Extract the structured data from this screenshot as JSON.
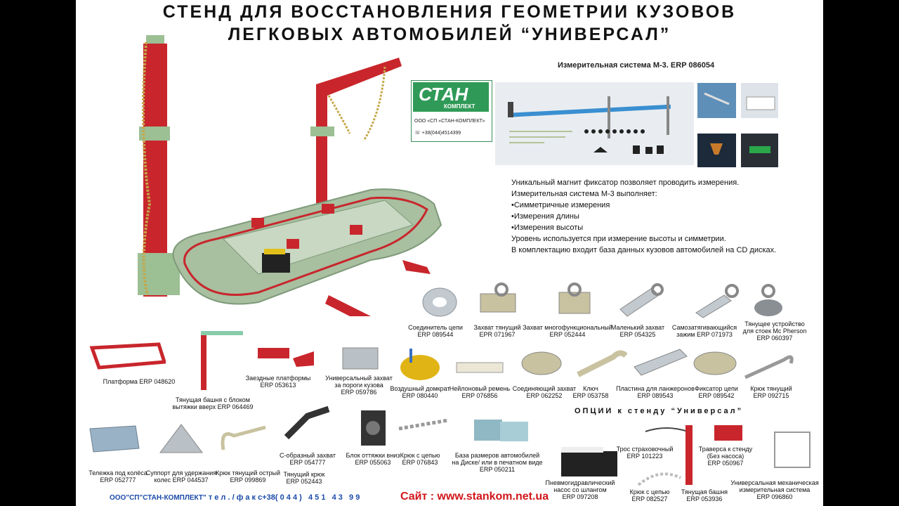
{
  "title": {
    "line1": "СТЕНД ДЛЯ ВОССТАНОВЛЕНИЯ ГЕОМЕТРИИ КУЗОВОВ",
    "line2": "ЛЕГКОВЫХ АВТОМОБИЛЕЙ “УНИВЕРСАЛ”"
  },
  "measure": {
    "heading": "Измерительная система М-3. ERP 086054",
    "lines": [
      "Уникальный магнит фиксатор позволяет проводить измерения.",
      "Измерительная система М-3 выполняет:",
      "•Симметричные измерения",
      "•Измерения длины",
      "•Измерения высоты",
      "Уровень используется при измерение высоты и симметрии.",
      "В  комплектацию входит база данных кузовов автомобилей на CD дисках."
    ]
  },
  "company": {
    "logo_main": "СТАН",
    "logo_sub": "КОМПЛЕКТ",
    "name": "ООО «СП «СТАН-КОМПЛЕКТ»",
    "phone": "+38(044)4514399"
  },
  "items": [
    {
      "id": "i1",
      "text": "Соединитель цепи\nERP 089544"
    },
    {
      "id": "i2",
      "text": "Захват тянущий\nEPR 071967"
    },
    {
      "id": "i3",
      "text": "Захват многофункциональный\nERP 052444"
    },
    {
      "id": "i4",
      "text": "Маленький захват\nERP 054325"
    },
    {
      "id": "i5",
      "text": "Самозатягивающийся\nзажим ERP 071973"
    },
    {
      "id": "i6",
      "text": "Тянущее устройство\nдля стоек Mc Pherson\nERP 060397"
    },
    {
      "id": "i7",
      "text": "Платформа ERP 048620"
    },
    {
      "id": "i8",
      "text": "Тянущая башня с блоком\nвытяжки вверх ERP 064469"
    },
    {
      "id": "i9",
      "text": "Заездные платформы\nERP 053613"
    },
    {
      "id": "i10",
      "text": "Универсальный захват\nза пороги кузова\nERP 059786"
    },
    {
      "id": "i11",
      "text": "Воздушный домкрат\nERP 080440"
    },
    {
      "id": "i12",
      "text": "Нейлоновый ремень\nERP 076856"
    },
    {
      "id": "i13",
      "text": "Соединяющий захват\nERP 062252"
    },
    {
      "id": "i14",
      "text": "Ключ\nERP 053758"
    },
    {
      "id": "i15",
      "text": "Пластина для ланжеронов\nERP 089543"
    },
    {
      "id": "i16",
      "text": "Фиксатор цепи\nERP 089542"
    },
    {
      "id": "i17",
      "text": "Крюк тянущий\nERP 092715"
    },
    {
      "id": "i18",
      "text": "Тележка под колёса\nERP 052777"
    },
    {
      "id": "i19",
      "text": "Суппорт для удержания\nколес ERP 044537"
    },
    {
      "id": "i20",
      "text": "Крюк тянущий острый\nERP 099869"
    },
    {
      "id": "i21",
      "text": "С-образный захват\nERP 054777"
    },
    {
      "id": "i22",
      "text": "Тянущий крюк\nERP 052443"
    },
    {
      "id": "i23",
      "text": "Блок оттяжки вниз\nERP 055063"
    },
    {
      "id": "i24",
      "text": "Крюк с цепью\nERP 076843"
    },
    {
      "id": "i25",
      "text": "База размеров автомобилей\nна Диске/ или в печатном виде\nERP 050211"
    },
    {
      "id": "i26",
      "text": "Пневмогидравлический\nнасос со шлангом\nERP 097208"
    },
    {
      "id": "i27",
      "text": "Трос страховочный\nERP 101223"
    },
    {
      "id": "i28",
      "text": "Крюк с цепью\nERP 082527"
    },
    {
      "id": "i29",
      "text": "Траверса к стенду\n(Без насоса)\nERP 050967"
    },
    {
      "id": "i30",
      "text": "Тянущая башня\nERP 053936"
    },
    {
      "id": "i31",
      "text": "Универсальная механическая\nизмерительная система\nERP 096860"
    }
  ],
  "options_heading": "ОПЦИИ к стенду “Универсал”",
  "footer": {
    "company": "ООО\"СП\"СТАН-КОМПЛЕКТ\"",
    "phone_label": "т е л . / ф а к с",
    "phone": "+38( 0 4 4 )   4 5 1   4 3   9 9",
    "site": "Сайт : www.stankom.net.ua"
  },
  "colors": {
    "accent_red": "#c8262c",
    "frame_green": "#9cbf94",
    "logo_green": "#2f9a57",
    "link_red": "#d0161b"
  }
}
